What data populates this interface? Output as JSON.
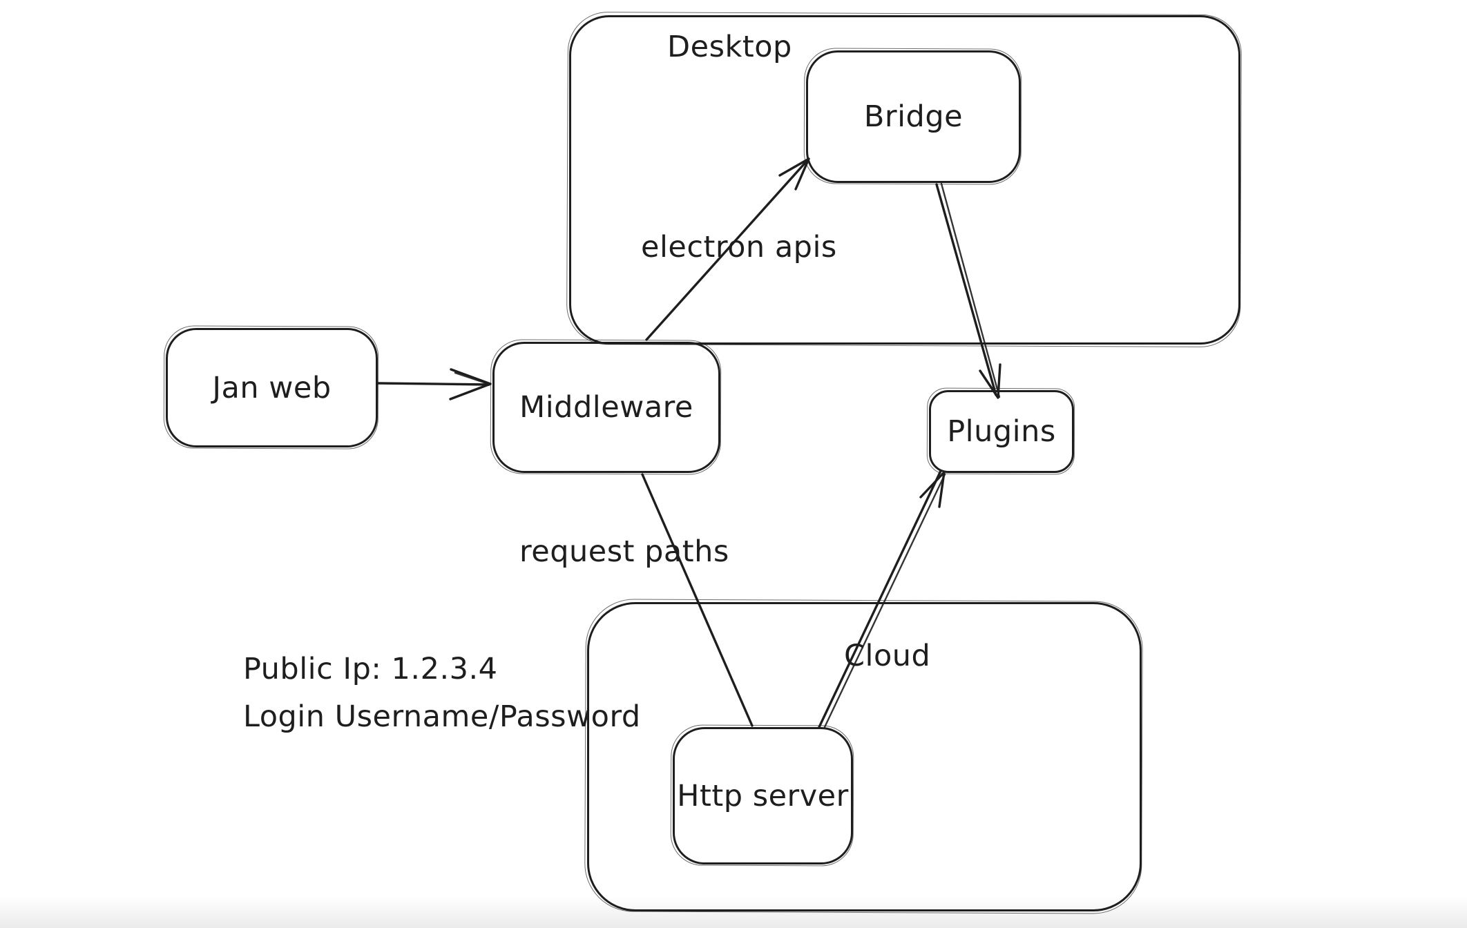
{
  "colors": {
    "background": "#ffffff",
    "stroke": "#1e1e1e",
    "text": "#1e1e1e"
  },
  "containers": [
    {
      "id": "desktop",
      "label": "Desktop"
    },
    {
      "id": "cloud",
      "label": "Cloud"
    }
  ],
  "nodes": [
    {
      "id": "jan_web",
      "label": "Jan web"
    },
    {
      "id": "middleware",
      "label": "Middleware"
    },
    {
      "id": "bridge",
      "label": "Bridge"
    },
    {
      "id": "plugins",
      "label": "Plugins"
    },
    {
      "id": "http_server",
      "label": "Http server"
    }
  ],
  "edges": [
    {
      "from": "Jan web",
      "to": "Middleware",
      "label": "",
      "arrowhead": "end"
    },
    {
      "from": "Middleware",
      "to": "Bridge",
      "label": "electron apis",
      "arrowhead": "end"
    },
    {
      "from": "Bridge",
      "to": "Plugins",
      "label": "",
      "arrowhead": "end"
    },
    {
      "from": "Middleware",
      "to": "Http server",
      "label": "request paths",
      "arrowhead": "none"
    },
    {
      "from": "Http server",
      "to": "Plugins",
      "label": "",
      "arrowhead": "end"
    }
  ],
  "annotations": {
    "public_ip": "Public Ip: 1.2.3.4",
    "login_credentials": "Login Username/Password"
  }
}
